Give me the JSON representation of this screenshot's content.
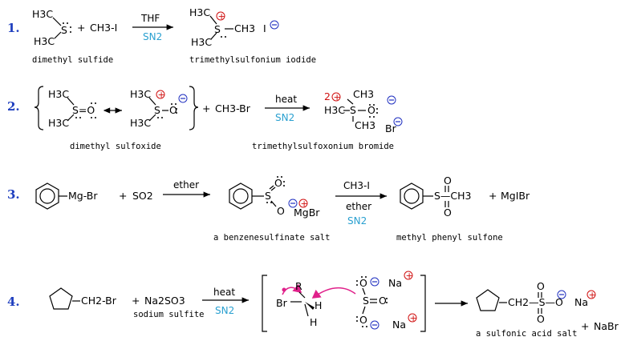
{
  "reaction1": {
    "number": "1.",
    "methyl_a": "H3C",
    "methyl_b": "H3C",
    "sulfur": "S",
    "plus": "+",
    "reagent": "CH3-I",
    "solvent": "THF",
    "mechanism": "SN2",
    "product_methyl_a": "H3C",
    "product_methyl_b": "H3C",
    "product_methyl_c": "CH3",
    "product_sulfur": "S",
    "counterion": "I",
    "caption_reactant": "dimethyl sulfide",
    "caption_product": "trimethylsulfonium iodide"
  },
  "reaction2": {
    "number": "2.",
    "resonance_left": {
      "methyl_a": "H3C",
      "methyl_b": "H3C",
      "group": "S=O"
    },
    "resonance_right": {
      "methyl_a": "H3C",
      "methyl_b": "H3C",
      "sulfur": "S",
      "oxygen": "O"
    },
    "plus": "+",
    "reagent": "CH3-Br",
    "condition": "heat",
    "mechanism": "SN2",
    "product": {
      "charge": "2",
      "methyl_top": "CH3",
      "methyl_left": "H3C",
      "methyl_bottom": "CH3",
      "sulfur": "S",
      "oxygen": "O",
      "counterion": "Br"
    },
    "caption_reactant": "dimethyl sulfoxide",
    "caption_product": "trimethylsulfoxonium bromide"
  },
  "reaction3": {
    "number": "3.",
    "reactant_group": "Mg-Br",
    "plus1": "+",
    "reagent": "SO2",
    "solvent": "ether",
    "intermediate": {
      "sulfur": "S",
      "oxygen_top": "O",
      "oxygen_bottom": "O",
      "counterion": "MgBr"
    },
    "step2_reagent": "CH3-I",
    "step2_solvent": "ether",
    "mechanism": "SN2",
    "product_group": "S—CH3",
    "product_oxygen_top": "O",
    "product_oxygen_bottom": "O",
    "plus2": "+",
    "byproduct": "MgIBr",
    "caption_intermediate": "a benzenesulfinate salt",
    "caption_product": "methyl phenyl sulfone"
  },
  "reaction4": {
    "number": "4.",
    "reactant_group": "CH2-Br",
    "plus1": "+",
    "reagent": "Na2SO3",
    "reagent_caption": "sodium sulfite",
    "condition": "heat",
    "mechanism": "SN2",
    "transition": {
      "leaving": "Br",
      "r_group": "R",
      "h1": "H",
      "h2": "H",
      "sulfur": "S",
      "oxygen_top": "O",
      "oxygen_right": "O",
      "oxygen_bottom": "O",
      "cation_top": "Na",
      "cation_bottom": "Na"
    },
    "product_group": "CH2—S—O",
    "product_oxygen_top": "O",
    "product_oxygen_bottom": "O",
    "product_cation": "Na",
    "plus2": "+",
    "byproduct": "NaBr",
    "caption_product": "a sulfonic acid salt"
  },
  "colors": {
    "number": "#1f3fbf",
    "positive_charge": "#d01010",
    "negative_charge": "#2030c0",
    "sn2_label": "#2aa0d0",
    "curved_arrow": "#e0208a"
  }
}
